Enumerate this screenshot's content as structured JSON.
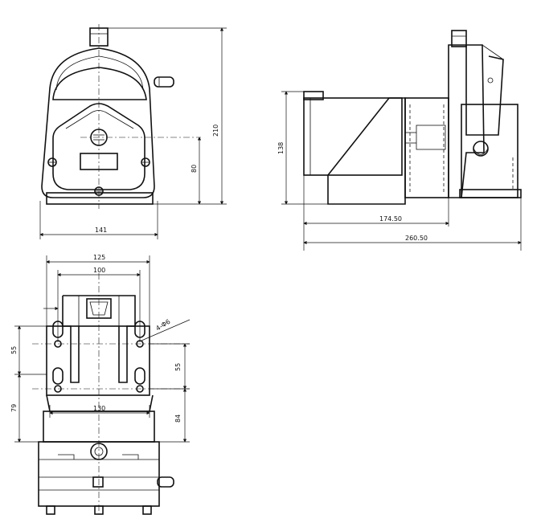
{
  "front_view": {
    "dim_width": "141",
    "dim_height": "210",
    "dim_axis_height": "80"
  },
  "side_view": {
    "dim_height": "138",
    "dim_depth_inner": "174.50",
    "dim_depth_total": "260.50"
  },
  "bottom_view": {
    "dim_outer_spacing": "125",
    "dim_inner_spacing": "100",
    "dim_hole_spec": "4-Φ6",
    "dim_hole_pitch_left": "55",
    "dim_hole_pitch_right": "55",
    "dim_offset_left": "79",
    "dim_offset_right": "84",
    "dim_base_width": "130"
  }
}
